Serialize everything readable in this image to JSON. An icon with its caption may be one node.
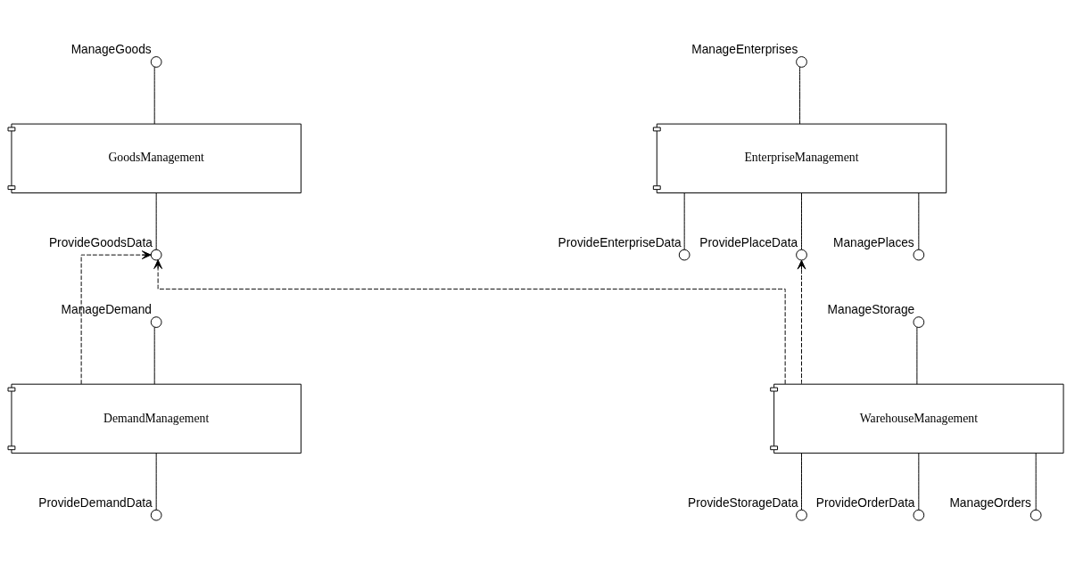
{
  "diagram": {
    "nodes": [
      {
        "text": [
          "EnterpriseManagement"
        ]
      },
      {
        "text": [
          "ManageEnterprises"
        ]
      },
      {
        "text": [
          "ProvideEnterpriseData"
        ]
      },
      {
        "text": [
          "ProvidePlaceData"
        ]
      },
      {
        "text": [
          "ManagePlaces"
        ]
      },
      {
        "text": [
          "GoodsManagement"
        ]
      },
      {
        "text": [
          "ManageGoods"
        ]
      },
      {
        "text": [
          "ProvideGoodsData"
        ]
      },
      {
        "text": [
          "WarehouseManagement"
        ]
      },
      {
        "text": [
          "ManageStorage"
        ]
      },
      {
        "text": [
          "ProvideStorageData"
        ]
      },
      {
        "text": [
          "ProvideOrderData"
        ]
      },
      {
        "text": [
          "ManageOrders"
        ]
      },
      {
        "text": [
          "DemandManagement"
        ]
      },
      {
        "text": [
          "ManageDemand"
        ]
      },
      {
        "text": [
          "ProvideDemandData"
        ]
      }
    ],
    "edges": [
      {
        "from": 0,
        "to": 1,
        "arrow": "none"
      },
      {
        "from": 0,
        "to": 2,
        "arrow": "none"
      },
      {
        "from": 0,
        "to": 3,
        "arrow": "none"
      },
      {
        "from": 0,
        "to": 4,
        "arrow": "none"
      },
      {
        "from": 5,
        "to": 6,
        "arrow": "none"
      },
      {
        "from": 5,
        "to": 7,
        "arrow": "none"
      },
      {
        "from": 8,
        "to": 9,
        "arrow": "none"
      },
      {
        "from": 8,
        "to": 10,
        "arrow": "none"
      },
      {
        "from": 8,
        "to": 11,
        "arrow": "none"
      },
      {
        "from": 8,
        "to": 12,
        "arrow": "none"
      },
      {
        "from": 13,
        "to": 14,
        "arrow": "none"
      },
      {
        "from": 13,
        "to": 15,
        "arrow": "none"
      },
      {
        "from": 8,
        "to": 3,
        "arrow": "to",
        "style": "dashed"
      },
      {
        "from": 8,
        "to": 7,
        "arrow": "to",
        "style": "dashed"
      },
      {
        "from": 13,
        "to": 7,
        "arrow": "to",
        "style": "dashed"
      }
    ]
  }
}
